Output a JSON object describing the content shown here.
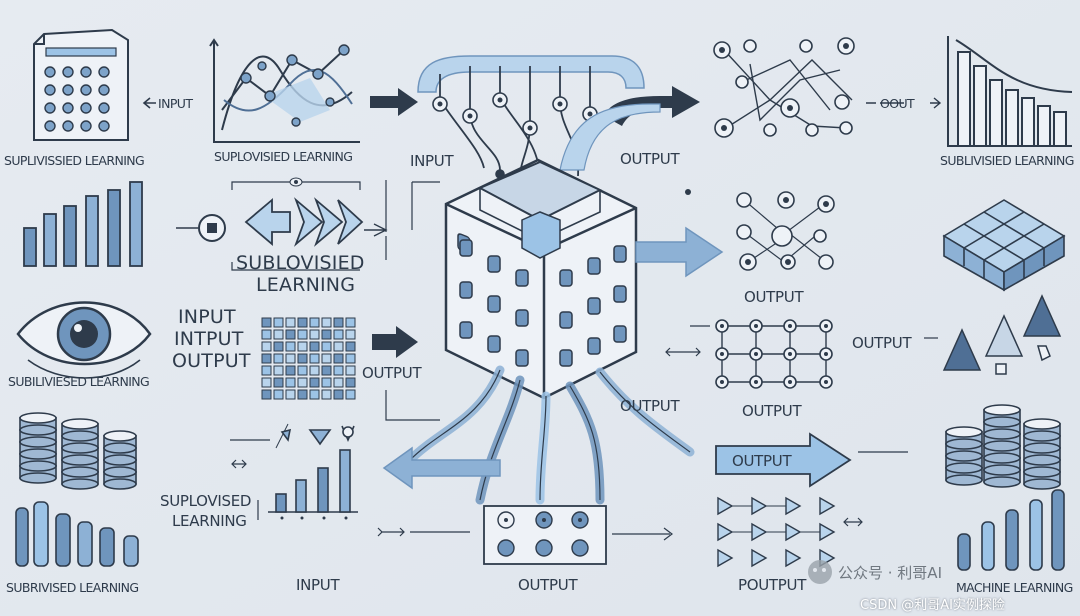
{
  "labels": {
    "top_left_caption": "SUPLIVISSIED LEARNING",
    "top_left_input": "INPUT",
    "top_chart_caption": "SUPLOVISIED LEARNING",
    "cube_input": "INPUT",
    "cube_output": "OUTPUT",
    "top_right_output": "OOUT",
    "top_right_caption": "SUBLIVISIED LEARNING",
    "mid_left_title_1": "SUBLOVISIED",
    "mid_left_title_2": "LEARNING",
    "eye_caption": "SUBILIVIESED LEARNING",
    "io_input_1": "INPUT",
    "io_input_2": "INTPUT",
    "io_output": "OUTPUT",
    "mid_output": "OUTPUT",
    "right_output_1": "OUTPUT",
    "right_output_2": "OUTPUT",
    "grid_output_left": "OUTPUT",
    "grid_output_right": "OUTPUT",
    "bottom_left_caption_1": "SUPLOVISED",
    "bottom_left_caption_2": "LEARNING",
    "bottom_left_caption": "SUBRIVISED LEARNING",
    "bottom_input": "INPUT",
    "bottom_output": "OUTPUT",
    "bottom_arrow_output": "OUTPUT",
    "bottom_poutput": "POUTPUT",
    "bottom_right_caption": "MACHINE LEARNING"
  },
  "watermark": {
    "line1": "公众号 · 利哥AI",
    "line2": "CSDN @利哥AI实例探险"
  },
  "colors": {
    "background": "#e3e8ef",
    "ink": "#2e3b4b",
    "accent_blue": "#9cc3e6",
    "light_blue": "#b9d4ec",
    "mid_blue": "#6f95bd"
  }
}
